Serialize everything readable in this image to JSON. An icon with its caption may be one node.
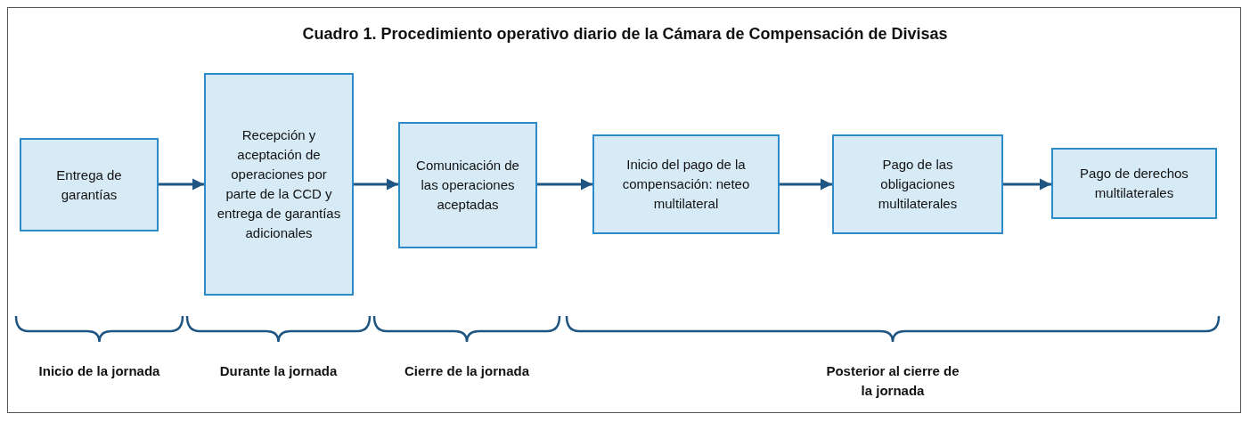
{
  "diagram": {
    "title": "Cuadro 1. Procedimiento operativo diario de la Cámara de Compensación de Divisas",
    "nodes": [
      {
        "text": [
          "Entrega de garantías"
        ]
      },
      {
        "text": [
          "Recepción y aceptación de operaciones por parte de la CCD y entrega de garantías adicionales"
        ]
      },
      {
        "text": [
          "Comunicación de las operaciones aceptadas"
        ]
      },
      {
        "text": [
          "Inicio del pago de la compensación: neteo multilateral"
        ]
      },
      {
        "text": [
          "Pago de las obligaciones multilaterales"
        ]
      },
      {
        "text": [
          "Pago de derechos multilaterales"
        ]
      }
    ],
    "edges": [
      {
        "from": 0,
        "to": 1,
        "arrow": "to"
      },
      {
        "from": 1,
        "to": 2,
        "arrow": "to"
      },
      {
        "from": 2,
        "to": 3,
        "arrow": "to"
      },
      {
        "from": 3,
        "to": 4,
        "arrow": "to"
      },
      {
        "from": 4,
        "to": 5,
        "arrow": "to"
      }
    ],
    "labels": [
      "Inicio de la jornada",
      "Durante la jornada",
      "Cierre de la jornada",
      "Posterior al cierre de la jornada"
    ]
  }
}
